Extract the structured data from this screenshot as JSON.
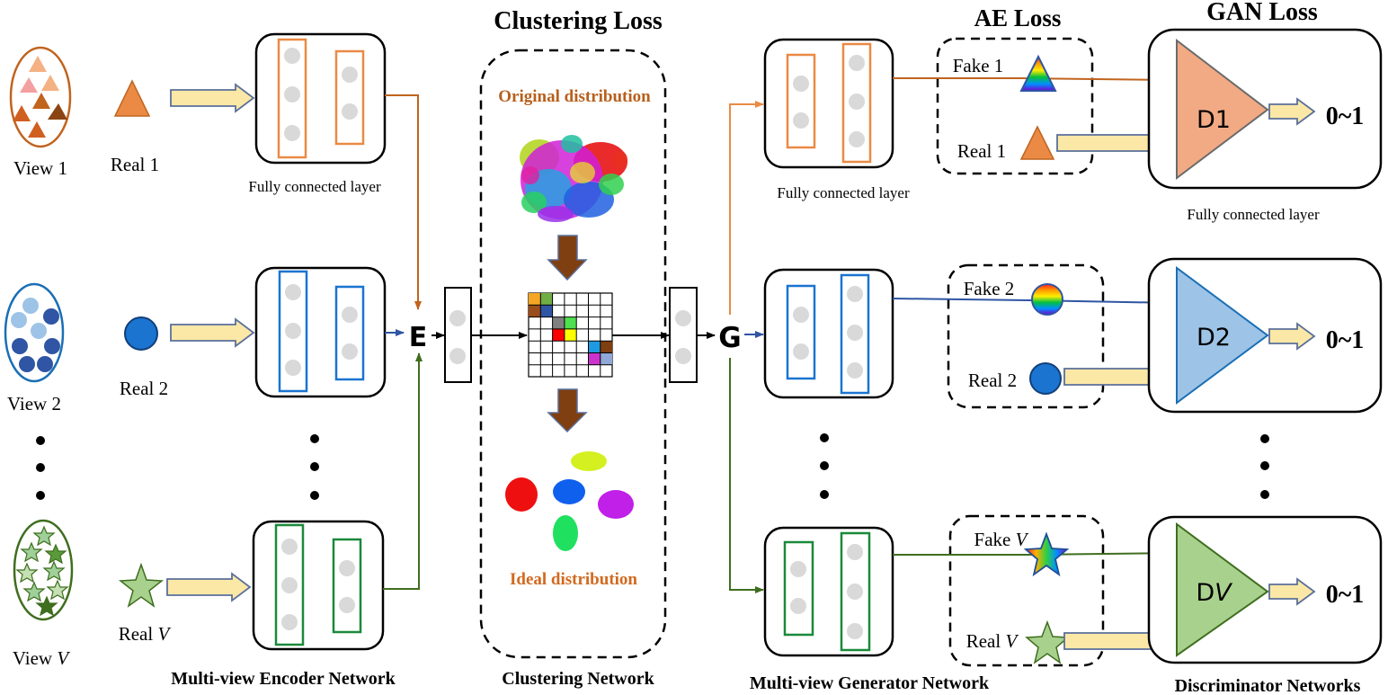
{
  "views": [
    {
      "label_prefix": "View ",
      "label_var": "",
      "label_num": "1",
      "real_prefix": "Real ",
      "real_var": "",
      "real_num": "1"
    },
    {
      "label_prefix": "View ",
      "label_var": "",
      "label_num": "2",
      "real_prefix": "Real ",
      "real_var": "",
      "real_num": "2"
    },
    {
      "label_prefix": "View ",
      "label_var": "V",
      "label_num": "",
      "real_prefix": "Real ",
      "real_var": "V",
      "real_num": ""
    }
  ],
  "encoder": {
    "fc_label": "Fully connected layer",
    "network_label": "Multi-view Encoder Network",
    "node_label": "E"
  },
  "clustering": {
    "title": "Clustering Loss",
    "original_label": "Original distribution",
    "ideal_label": "Ideal distribution",
    "network_label": "Clustering Network"
  },
  "generator": {
    "node_label": "G",
    "fc_label": "Fully connected layer",
    "network_label": "Multi-view Generator Network"
  },
  "ae_loss": {
    "title": "AE Loss",
    "rows": [
      {
        "fake_prefix": "Fake ",
        "fake_var": "",
        "fake_num": "1",
        "real_prefix": "Real ",
        "real_var": "",
        "real_num": "1"
      },
      {
        "fake_prefix": "Fake ",
        "fake_var": "",
        "fake_num": "2",
        "real_prefix": "Real ",
        "real_var": "",
        "real_num": "2"
      },
      {
        "fake_prefix": "Fake ",
        "fake_var": "V",
        "fake_num": "",
        "real_prefix": "Real ",
        "real_var": "V",
        "real_num": ""
      }
    ]
  },
  "gan_loss": {
    "title": "GAN Loss",
    "fc_label": "Fully connected layer",
    "network_label": "Discriminator Networks",
    "discriminators": [
      {
        "prefix": "D1",
        "var": "",
        "output": "0~1"
      },
      {
        "prefix": "D2",
        "var": "",
        "output": "0~1"
      },
      {
        "prefix": "D",
        "var": "V",
        "output": "0~1"
      }
    ]
  },
  "colors": {
    "view1": "#c0641e",
    "view1_light": "#ea8a45",
    "view2": "#1a6fb5",
    "view2_light": "#9dc3e6",
    "viewV": "#3f6e1e",
    "viewV_light": "#9fd09a",
    "arrow_fill": "#fbe8a6",
    "arrow_stroke": "#5a6f9a",
    "d1_fill": "#f2aa84",
    "d2_fill": "#9dc3e6",
    "dV_fill": "#a9d18e"
  },
  "icons": {
    "view_ellipses": [
      "triangle-cluster-icon",
      "circle-cluster-icon",
      "star-cluster-icon"
    ],
    "real_shapes": [
      "triangle-icon",
      "circle-icon",
      "star-icon"
    ],
    "fake_shapes": [
      "rainbow-triangle-icon",
      "rainbow-circle-icon",
      "rainbow-star-icon"
    ],
    "down_arrows": [
      "down-arrow-icon"
    ]
  }
}
